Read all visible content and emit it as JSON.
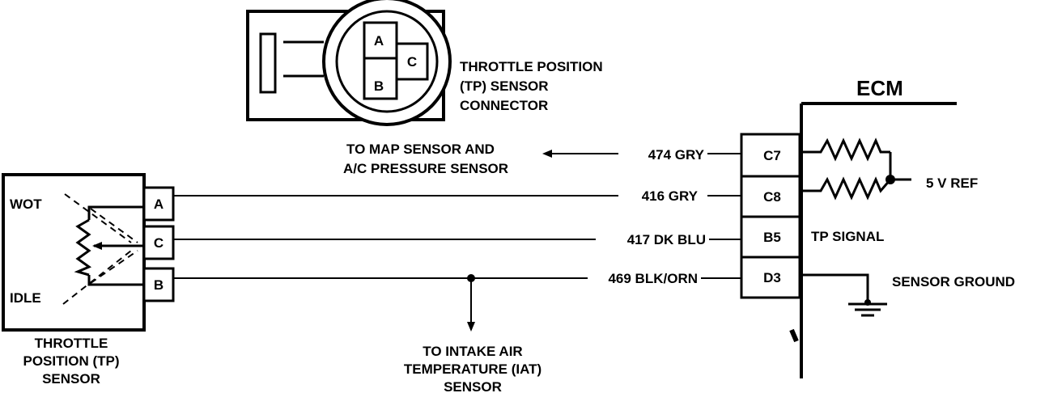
{
  "connector": {
    "pins": [
      "A",
      "B",
      "C"
    ],
    "caption": [
      "THROTTLE POSITION",
      "(TP) SENSOR",
      "CONNECTOR"
    ]
  },
  "ecm": {
    "title": "ECM",
    "pins": [
      "C7",
      "C8",
      "B5",
      "D3"
    ],
    "labels": {
      "ref": "5 V REF",
      "signal": "TP SIGNAL",
      "ground": "SENSOR GROUND"
    }
  },
  "sensor": {
    "pins": [
      "A",
      "C",
      "B"
    ],
    "wot": "WOT",
    "idle": "IDLE",
    "caption": [
      "THROTTLE",
      "POSITION (TP)",
      "SENSOR"
    ]
  },
  "wires": [
    "474 GRY",
    "416 GRY",
    "417 DK BLU",
    "469 BLK/ORN"
  ],
  "notes": {
    "map": [
      "TO MAP SENSOR AND",
      "A/C PRESSURE SENSOR"
    ],
    "iat": [
      "TO INTAKE AIR",
      "TEMPERATURE (IAT)",
      "SENSOR"
    ]
  }
}
